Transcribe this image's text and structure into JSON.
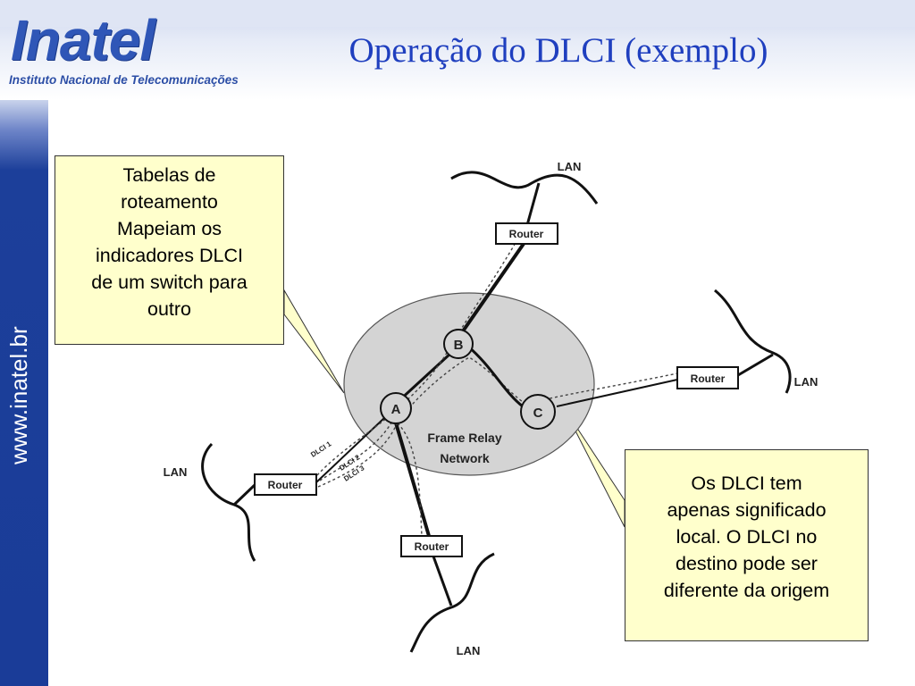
{
  "header": {
    "logo_word": "Inatel",
    "logo_subtitle": "Instituto Nacional de Telecomunicações",
    "title": "Operação do DLCI (exemplo)"
  },
  "sidebar": {
    "url": "www.inatel.br"
  },
  "callouts": {
    "left": [
      "Tabelas de",
      "roteamento",
      "Mapeiam os",
      "indicadores DLCI",
      "de um switch para",
      "outro"
    ],
    "right": [
      "Os DLCI tem",
      "apenas significado",
      "local. O DLCI no",
      "destino pode ser",
      "diferente da origem"
    ]
  },
  "diagram": {
    "network_label": [
      "Frame Relay",
      "Network"
    ],
    "nodes": {
      "a": "A",
      "b": "B",
      "c": "C"
    },
    "router_label": "Router",
    "lan_label": "LAN",
    "dlci_labels": [
      "DLCI 1",
      "DLCI 2",
      "DLCI 3"
    ]
  },
  "colors": {
    "title": "#1f3fbf",
    "logo": "#2f56b7",
    "sidebar": "#1a3c98",
    "callout_fill": "#ffffcc",
    "network_fill": "#d4d4d4"
  }
}
